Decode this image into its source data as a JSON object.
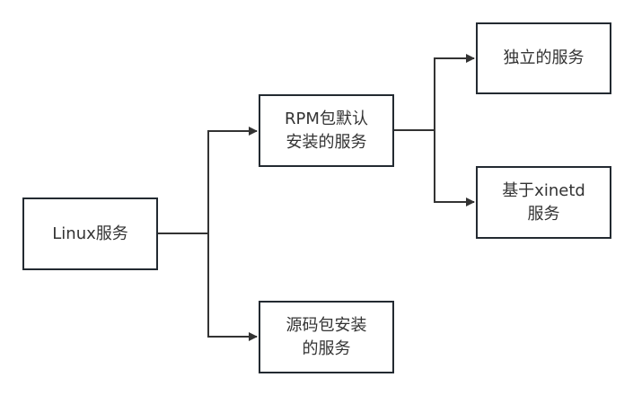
{
  "diagram": {
    "type": "tree",
    "colors": {
      "line": "#333333",
      "border": "#232a31",
      "text": "#333333",
      "background": "#ffffff"
    },
    "nodes": {
      "linux": {
        "lines": [
          "Linux服务"
        ]
      },
      "rpm": {
        "lines": [
          "RPM包默认",
          "安装的服务"
        ]
      },
      "alone": {
        "lines": [
          "独立的服务"
        ]
      },
      "xinetd": {
        "lines": [
          "基于xinetd",
          "服务"
        ]
      },
      "src": {
        "lines": [
          "源码包安装",
          "的服务"
        ]
      }
    },
    "edges": [
      {
        "from": "linux",
        "to": "rpm"
      },
      {
        "from": "linux",
        "to": "src"
      },
      {
        "from": "rpm",
        "to": "alone"
      },
      {
        "from": "rpm",
        "to": "xinetd"
      }
    ]
  }
}
